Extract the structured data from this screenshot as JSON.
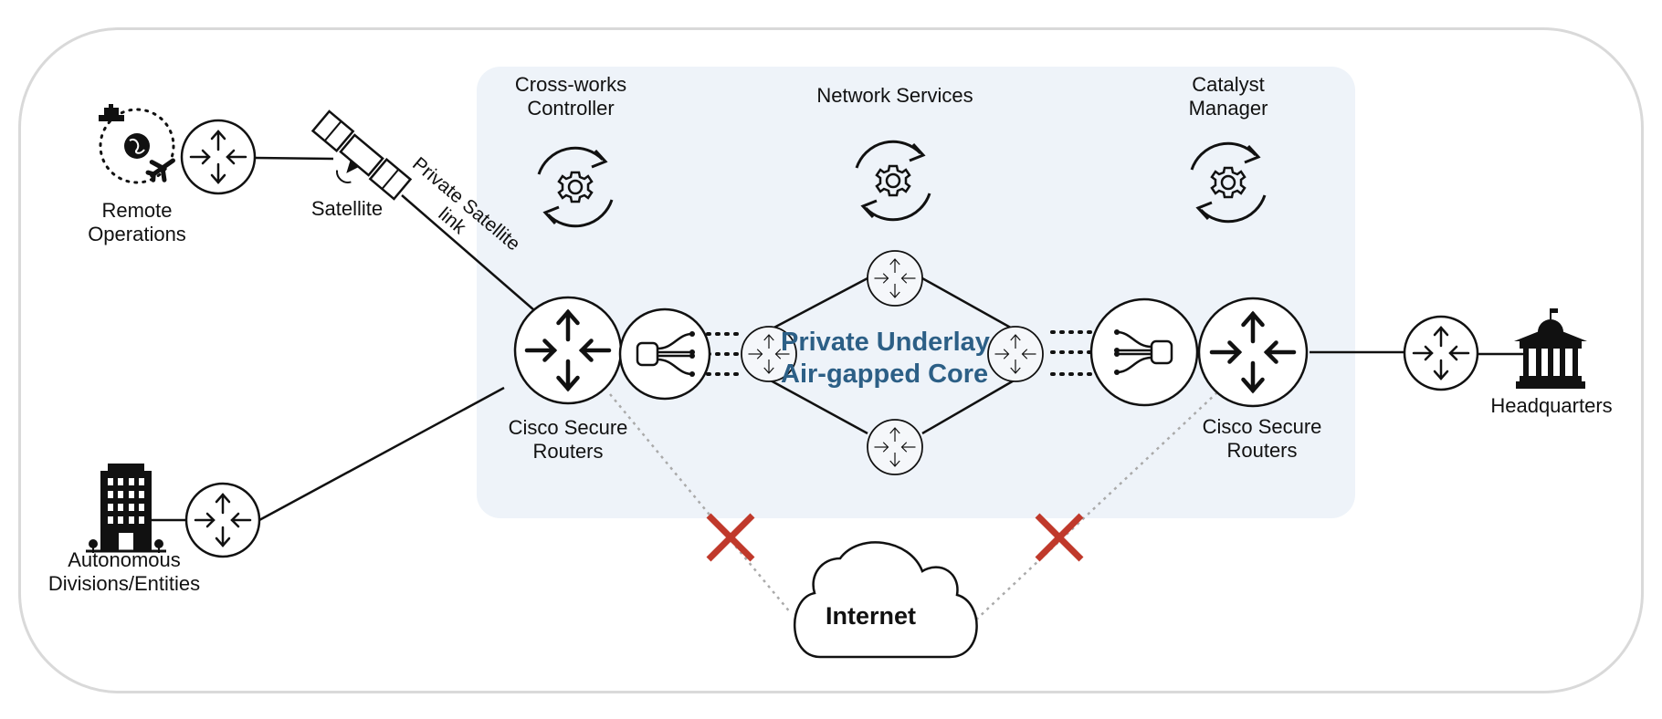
{
  "labels": {
    "remote_operations": [
      "Remote",
      "Operations"
    ],
    "satellite": "Satellite",
    "private_satellite_link": [
      "Private Satellite",
      "link"
    ],
    "crossworks_controller": [
      "Cross-works",
      "Controller"
    ],
    "network_services": "Network Services",
    "catalyst_manager": [
      "Catalyst",
      "Manager"
    ],
    "private_underlay": [
      "Private Underlay",
      "Air-gapped Core"
    ],
    "cisco_secure_routers_left": [
      "Cisco Secure",
      "Routers"
    ],
    "cisco_secure_routers_right": [
      "Cisco Secure",
      "Routers"
    ],
    "headquarters": "Headquarters",
    "autonomous_divisions": [
      "Autonomous",
      "Divisions/Entities"
    ],
    "internet": "Internet"
  },
  "colors": {
    "core_title": "#2c5f86",
    "core_background": "#eef3f9",
    "blocked_x": "#c0392b",
    "frame_border": "#d9d9d9"
  },
  "icons": {
    "remote_operations": "ship-globe-plane-icon",
    "satellite": "satellite-icon",
    "headquarters": "government-building-icon",
    "autonomous_divisions": "office-building-icon",
    "service": "gear-refresh-icon",
    "router": "router-icon",
    "internet": "cloud-icon"
  }
}
